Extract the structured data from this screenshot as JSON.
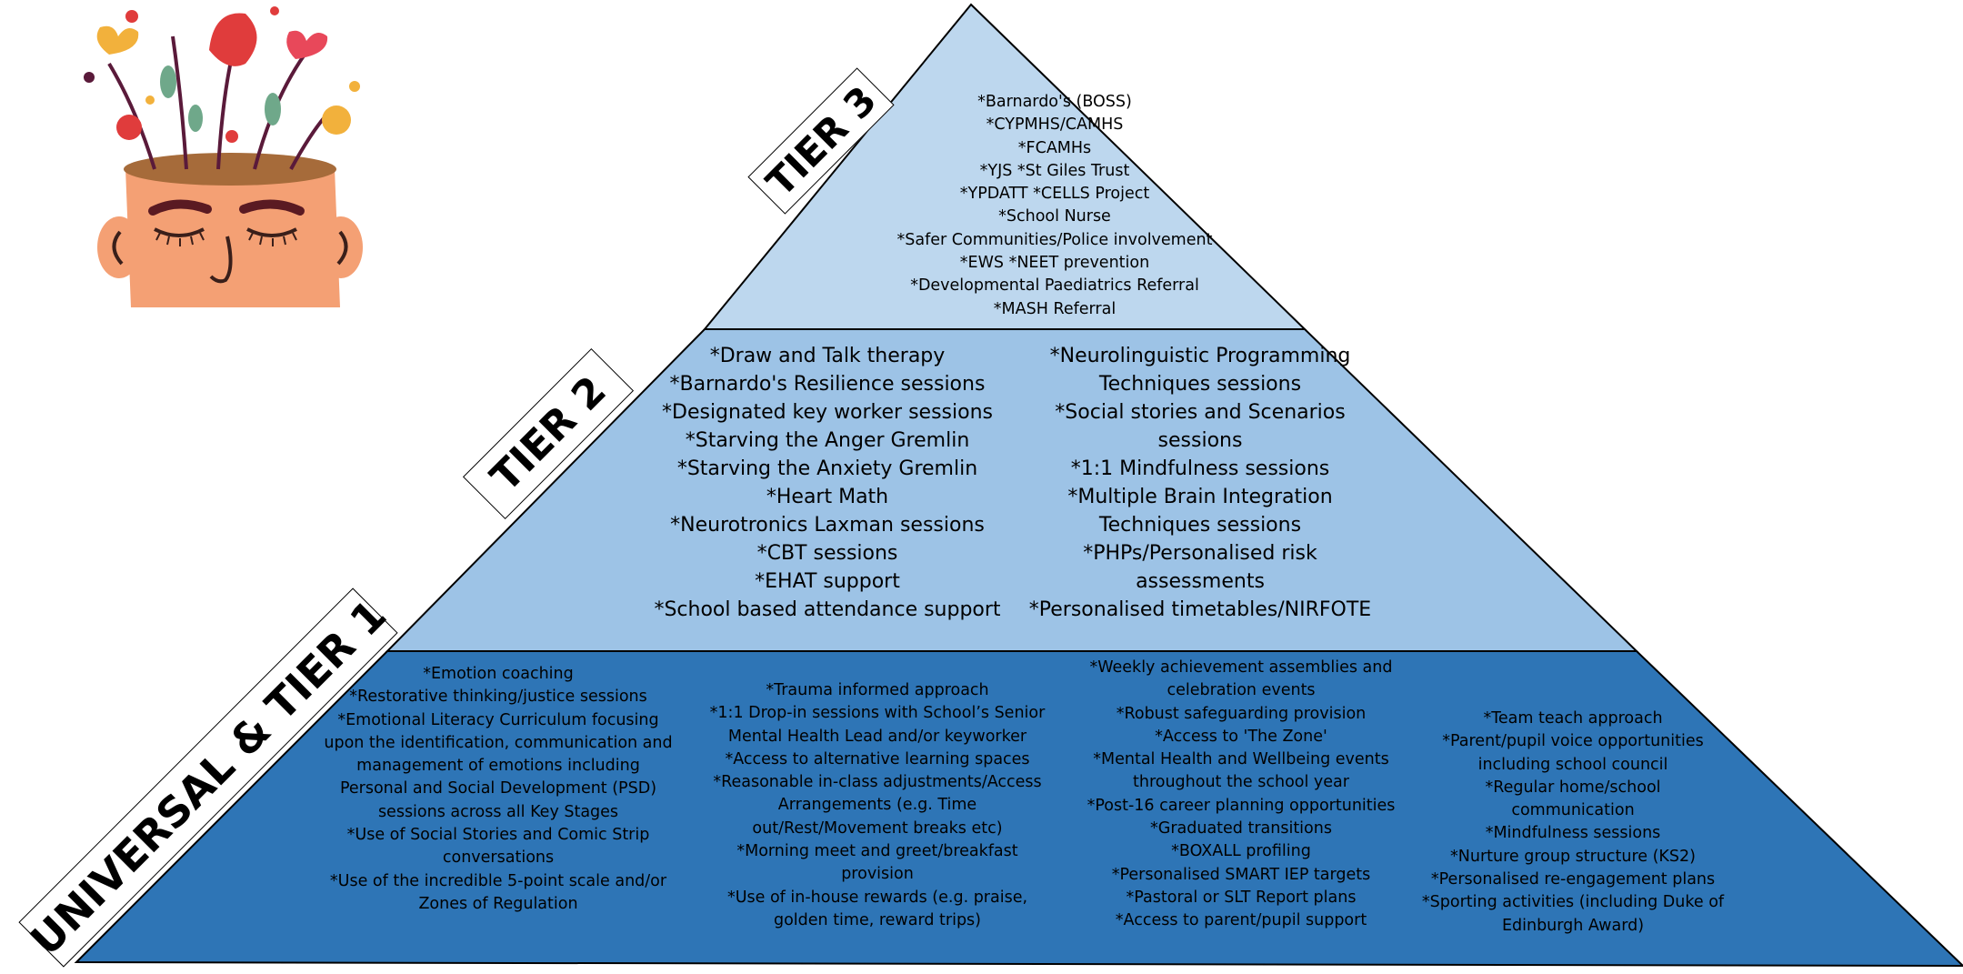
{
  "labels": {
    "tier3": "TIER 3",
    "tier2": "TIER 2",
    "tier1": "UNIVERSAL & TIER 1"
  },
  "colors": {
    "tier3_fill": "#bdd7ee",
    "tier2_fill": "#9dc3e6",
    "tier1_fill": "#2e75b6",
    "outline": "#000000"
  },
  "illustration": {
    "icon": "head-with-flowers-icon"
  },
  "tier3_items": [
    "*Barnardo's (BOSS)",
    "*CYPMHS/CAMHS",
    "*FCAMHs",
    "*YJS   *St Giles Trust",
    "*YPDATT   *CELLS Project",
    "*School Nurse",
    "*Safer Communities/Police involvement",
    "*EWS   *NEET prevention",
    "*Developmental Paediatrics Referral",
    "*MASH Referral"
  ],
  "tier2_left": [
    "*Draw and Talk therapy",
    "*Barnardo's Resilience sessions",
    "*Designated key worker sessions",
    "*Starving the Anger Gremlin",
    "*Starving the Anxiety Gremlin",
    "*Heart Math",
    "*Neurotronics Laxman sessions",
    "*CBT sessions",
    "*EHAT support",
    "*School based attendance support"
  ],
  "tier2_right": [
    "*Neurolinguistic Programming",
    "Techniques sessions",
    "*Social stories and Scenarios",
    "sessions",
    "*1:1 Mindfulness sessions",
    "*Multiple Brain Integration",
    "Techniques sessions",
    "*PHPs/Personalised risk",
    "assessments",
    "*Personalised timetables/NIRFOTE"
  ],
  "tier1_col1": [
    "*Emotion coaching",
    "*Restorative thinking/justice sessions",
    "*Emotional Literacy Curriculum focusing",
    "upon the identification, communication and",
    "management of emotions including",
    "Personal and Social Development (PSD)",
    "sessions across all Key Stages",
    "*Use of Social Stories and Comic Strip",
    "conversations",
    "*Use of the incredible 5-point scale and/or",
    "Zones of Regulation"
  ],
  "tier1_col2": [
    "*Trauma informed approach",
    "*1:1 Drop-in sessions with School’s Senior",
    "Mental Health Lead and/or keyworker",
    "*Access to alternative learning spaces",
    "*Reasonable in-class adjustments/Access",
    "Arrangements (e.g. Time",
    "out/Rest/Movement breaks etc)",
    "*Morning meet and greet/breakfast",
    "provision",
    "*Use of in-house rewards (e.g. praise,",
    "golden time, reward trips)"
  ],
  "tier1_col3": [
    "*Weekly achievement assemblies and",
    "celebration events",
    "*Robust safeguarding provision",
    "*Access to 'The Zone'",
    "*Mental Health and Wellbeing events",
    "throughout the school year",
    "*Post-16 career planning opportunities",
    "*Graduated transitions",
    "*BOXALL profiling",
    "*Personalised SMART IEP targets",
    "*Pastoral or SLT Report plans",
    "*Access to parent/pupil support"
  ],
  "tier1_col4": [
    "*Team teach approach",
    "*Parent/pupil voice opportunities",
    "including school council",
    "*Regular home/school",
    "communication",
    "*Mindfulness sessions",
    "*Nurture group structure (KS2)",
    "*Personalised re-engagement plans",
    "*Sporting activities (including Duke of",
    "Edinburgh Award)"
  ]
}
